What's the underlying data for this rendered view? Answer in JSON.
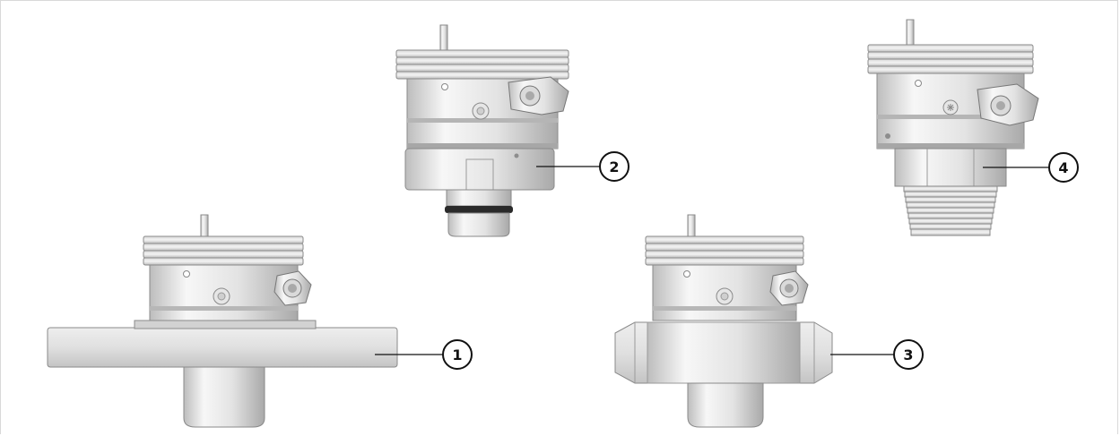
{
  "figure": {
    "callouts": [
      {
        "id": "1",
        "number": "1"
      },
      {
        "id": "2",
        "number": "2"
      },
      {
        "id": "3",
        "number": "3"
      },
      {
        "id": "4",
        "number": "4"
      }
    ],
    "colors": {
      "metal_light": "#f2f2f2",
      "metal_mid": "#d6d6d6",
      "metal_dark": "#9a9a9a",
      "outline": "#7a7a7a",
      "oring": "#2a2a2a",
      "callout": "#111111"
    }
  }
}
